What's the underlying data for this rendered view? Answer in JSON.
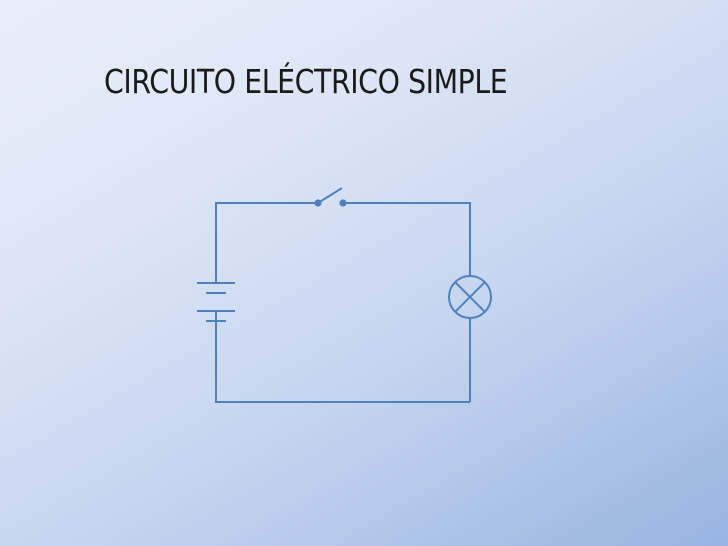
{
  "slide": {
    "title": "CIRCUITO ELÉCTRICO SIMPLE"
  },
  "diagram": {
    "components": [
      "battery",
      "switch",
      "lamp"
    ],
    "wire_color": "#4f81bd",
    "switch_state": "open"
  },
  "colors": {
    "title_text": "#1a1a1a",
    "background_light": "#e9eef9",
    "background_dark": "#98b4e1"
  }
}
